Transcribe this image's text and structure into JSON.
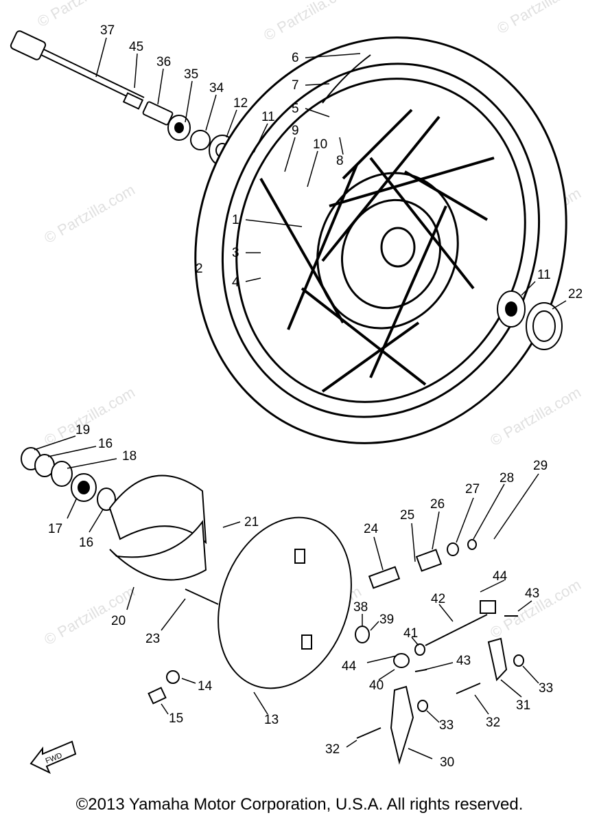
{
  "watermark": "© Partzilla.com",
  "copyright": "©2013 Yamaha Motor Corporation, U.S.A. All rights reserved.",
  "fwd_label": "FWD",
  "callouts": [
    "37",
    "45",
    "36",
    "35",
    "34",
    "12",
    "11",
    "9",
    "10",
    "8",
    "6",
    "7",
    "5",
    "1",
    "3",
    "2",
    "4",
    "11",
    "22",
    "19",
    "16",
    "18",
    "17",
    "16",
    "21",
    "20",
    "23",
    "24",
    "25",
    "26",
    "27",
    "28",
    "29",
    "44",
    "43",
    "42",
    "38",
    "39",
    "41",
    "44",
    "43",
    "40",
    "33",
    "31",
    "32",
    "33",
    "14",
    "15",
    "13",
    "32",
    "30"
  ]
}
